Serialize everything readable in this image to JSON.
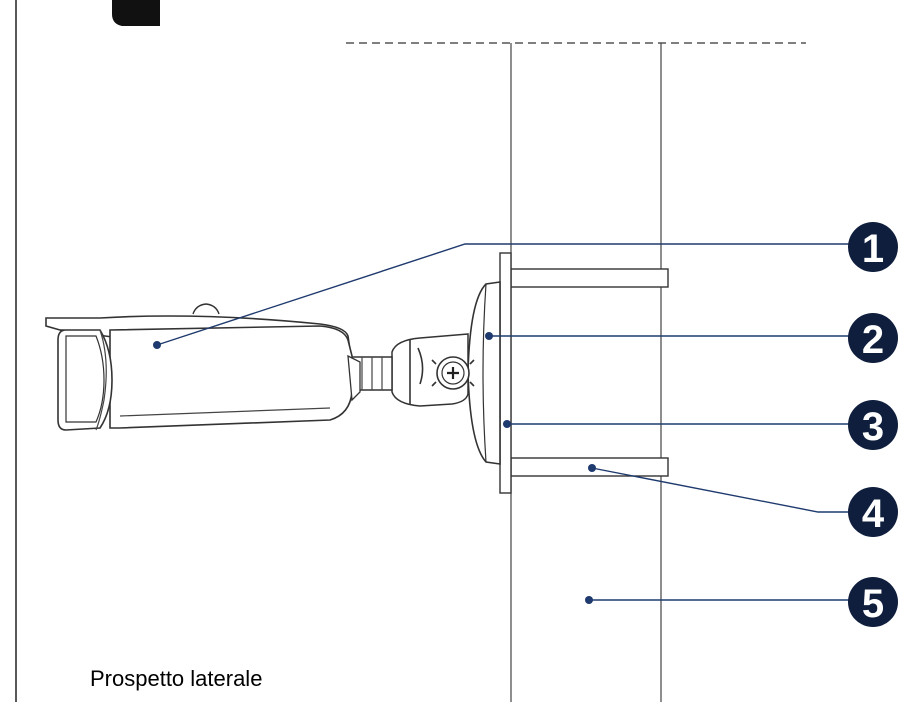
{
  "caption": "Prospetto laterale",
  "colors": {
    "callout_fill": "#0f1e3d",
    "leader_line": "#1f3a6e",
    "drawing_stroke": "#333333"
  },
  "callouts": [
    {
      "number": "1"
    },
    {
      "number": "2"
    },
    {
      "number": "3"
    },
    {
      "number": "4"
    },
    {
      "number": "5"
    }
  ]
}
